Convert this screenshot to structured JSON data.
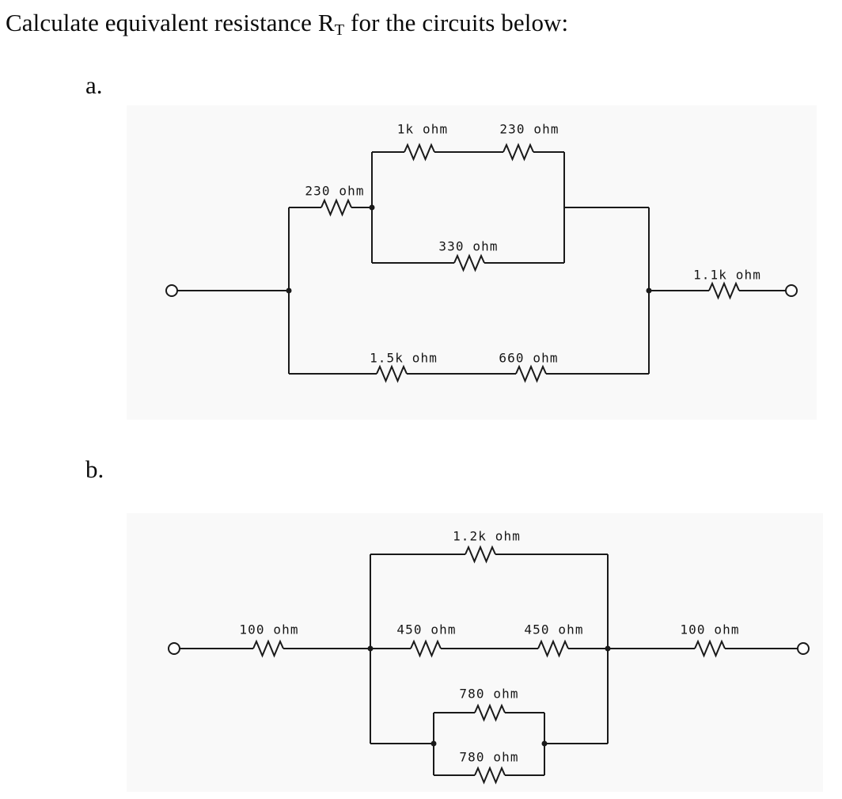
{
  "title": {
    "prefix": "Calculate equivalent resistance R",
    "subscript": "T",
    "suffix": " for the circuits below:"
  },
  "circuit_a": {
    "section_label": "a.",
    "resistors": {
      "series_input": "230 ohm",
      "inner_top_left": "1k ohm",
      "inner_top_right": "230 ohm",
      "inner_bottom": "330 ohm",
      "lower_left": "1.5k ohm",
      "lower_right": "660 ohm",
      "series_output": "1.1k ohm"
    }
  },
  "circuit_b": {
    "section_label": "b.",
    "resistors": {
      "series_input": "100 ohm",
      "top_branch": "1.2k ohm",
      "middle_left": "450 ohm",
      "middle_right": "450 ohm",
      "inner_top": "780 ohm",
      "inner_bottom": "780 ohm",
      "series_output": "100 ohm"
    }
  }
}
